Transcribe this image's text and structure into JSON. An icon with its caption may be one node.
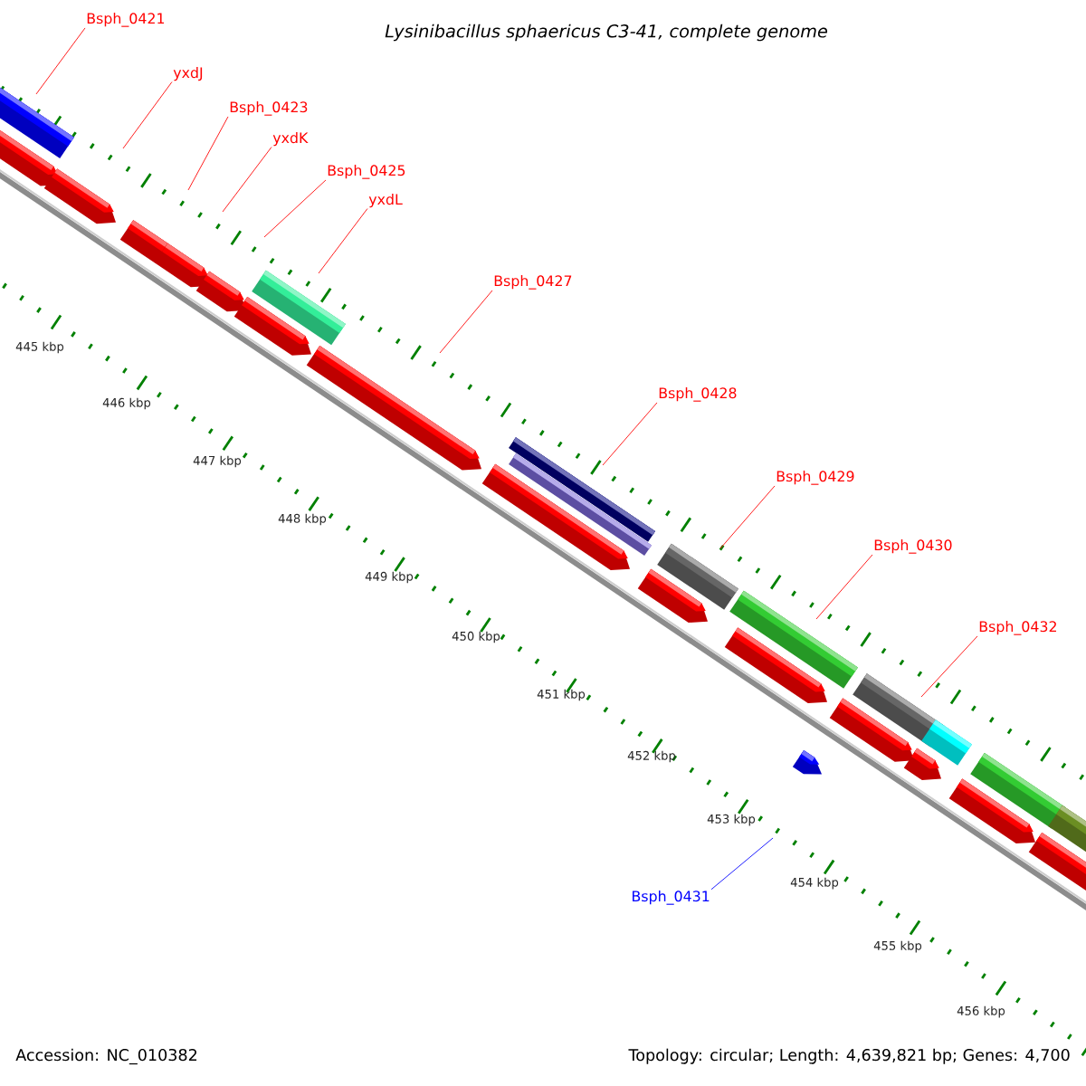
{
  "diagram": {
    "title": "Lysinibacillus sphaericus C3-41, complete genome",
    "nodes": [
      {
        "text": [
          "Bsph_0421"
        ]
      },
      {
        "text": [
          "yxdJ"
        ]
      },
      {
        "text": [
          "Bsph_0423"
        ]
      },
      {
        "text": [
          "yxdK"
        ]
      },
      {
        "text": [
          "Bsph_0425"
        ]
      },
      {
        "text": [
          "yxdL"
        ]
      },
      {
        "text": [
          "Bsph_0427"
        ]
      },
      {
        "text": [
          "Bsph_0428"
        ]
      },
      {
        "text": [
          "Bsph_0429"
        ]
      },
      {
        "text": [
          "Bsph_0430"
        ]
      },
      {
        "text": [
          "Bsph_0432"
        ]
      },
      {
        "text": [
          "Bsph_0431"
        ]
      }
    ],
    "edges": [
      {
        "from": 0,
        "to": null,
        "arrow": "none"
      },
      {
        "from": 1,
        "to": null,
        "arrow": "none"
      },
      {
        "from": 2,
        "to": null,
        "arrow": "none"
      },
      {
        "from": 3,
        "to": null,
        "arrow": "none"
      },
      {
        "from": 4,
        "to": null,
        "arrow": "none"
      },
      {
        "from": 5,
        "to": null,
        "arrow": "none"
      },
      {
        "from": 6,
        "to": null,
        "arrow": "none"
      },
      {
        "from": 7,
        "to": null,
        "arrow": "none"
      },
      {
        "from": 8,
        "to": null,
        "arrow": "none"
      },
      {
        "from": 9,
        "to": null,
        "arrow": "none"
      },
      {
        "from": 10,
        "to": null,
        "arrow": "none"
      },
      {
        "from": 11,
        "to": null,
        "arrow": "none",
        "color": "#0000ff"
      }
    ],
    "labels": [
      "445 kbp",
      "446 kbp",
      "447 kbp",
      "448 kbp",
      "449 kbp",
      "450 kbp",
      "451 kbp",
      "452 kbp",
      "453 kbp",
      "454 kbp",
      "455 kbp",
      "456 kbp",
      "Accession: NC_010382",
      "Topology: circular; Length: 4,639,821 bp; Genes: 4,700"
    ]
  }
}
